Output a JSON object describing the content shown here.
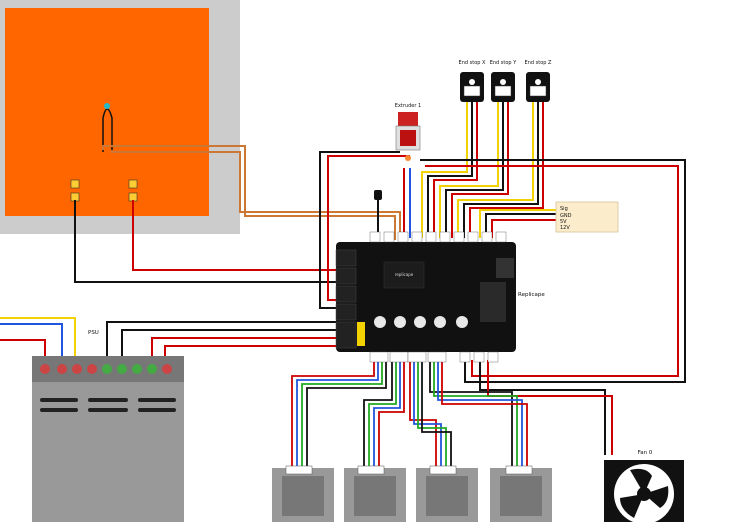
{
  "labels": {
    "endstop_x": "End stop X",
    "endstop_y": "End stop Y",
    "endstop_z": "End stop Z",
    "extruder": "Extruder 1",
    "board": "Replicape",
    "board_logo": "replicape",
    "psu": "PSU",
    "fan": "Fan 0",
    "sig": "Sig",
    "gnd": "GND",
    "v5": "5V",
    "v12": "12V"
  },
  "colors": {
    "heatbed": "#ff6600",
    "bed_frame": "#cccccc",
    "board": "#111111",
    "psu_body": "#999999",
    "wire_red": "#cc0000",
    "wire_black": "#111111",
    "wire_yellow": "#f2d200",
    "wire_blue": "#2255dd",
    "wire_green": "#22aa22",
    "wire_brown": "#cc7733",
    "connector_panel": "#fbeccc"
  }
}
